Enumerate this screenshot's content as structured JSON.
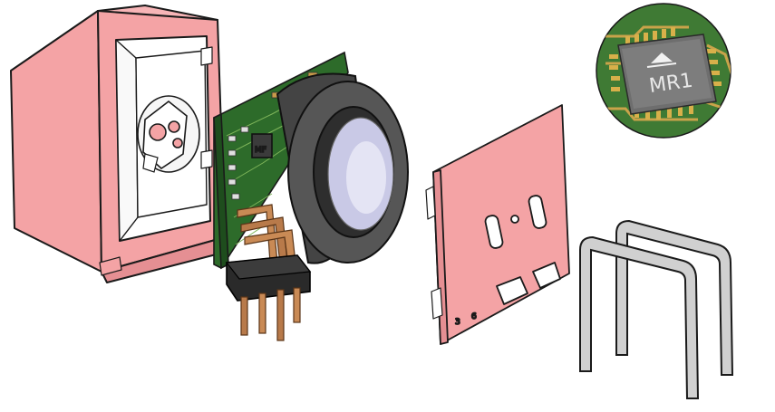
{
  "diagram": {
    "chip_marking": "MR1",
    "pcb_chip_marking": "MF",
    "plate_marks": [
      "3",
      "6"
    ],
    "colors": {
      "housing": "#f4a3a5",
      "housing_dark": "#e58f93",
      "pcb": "#2d6b2a",
      "copper": "#b87a4a",
      "magnet": "#4a4a4a",
      "rail": "#d0d0d0"
    },
    "icons": [
      "mr-logo-icon"
    ]
  }
}
